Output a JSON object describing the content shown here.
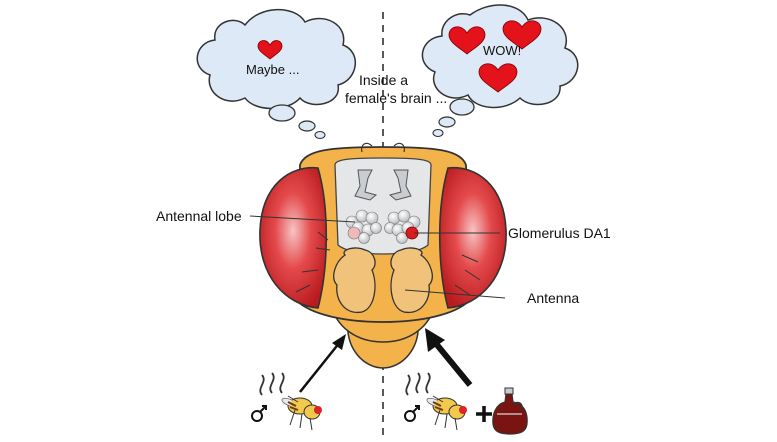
{
  "title_line1": "Inside a",
  "title_line2": "female's brain ...",
  "thought_left": "Maybe ...",
  "thought_right": "WOW!",
  "label_antennal_lobe": "Antennal lobe",
  "label_glomerulus": "Glomerulus DA1",
  "label_antenna": "Antenna",
  "colors": {
    "eye": "#d9262b",
    "head": "#f3b24a",
    "heart": "#e3121b",
    "cloud": "#dde9f6",
    "glomerulus": "#d91e22"
  },
  "icons": [
    "heart-icon",
    "male-symbol-icon",
    "plus-icon",
    "vinegar-bottle-icon",
    "fly-icon",
    "odor-wave-icon"
  ]
}
